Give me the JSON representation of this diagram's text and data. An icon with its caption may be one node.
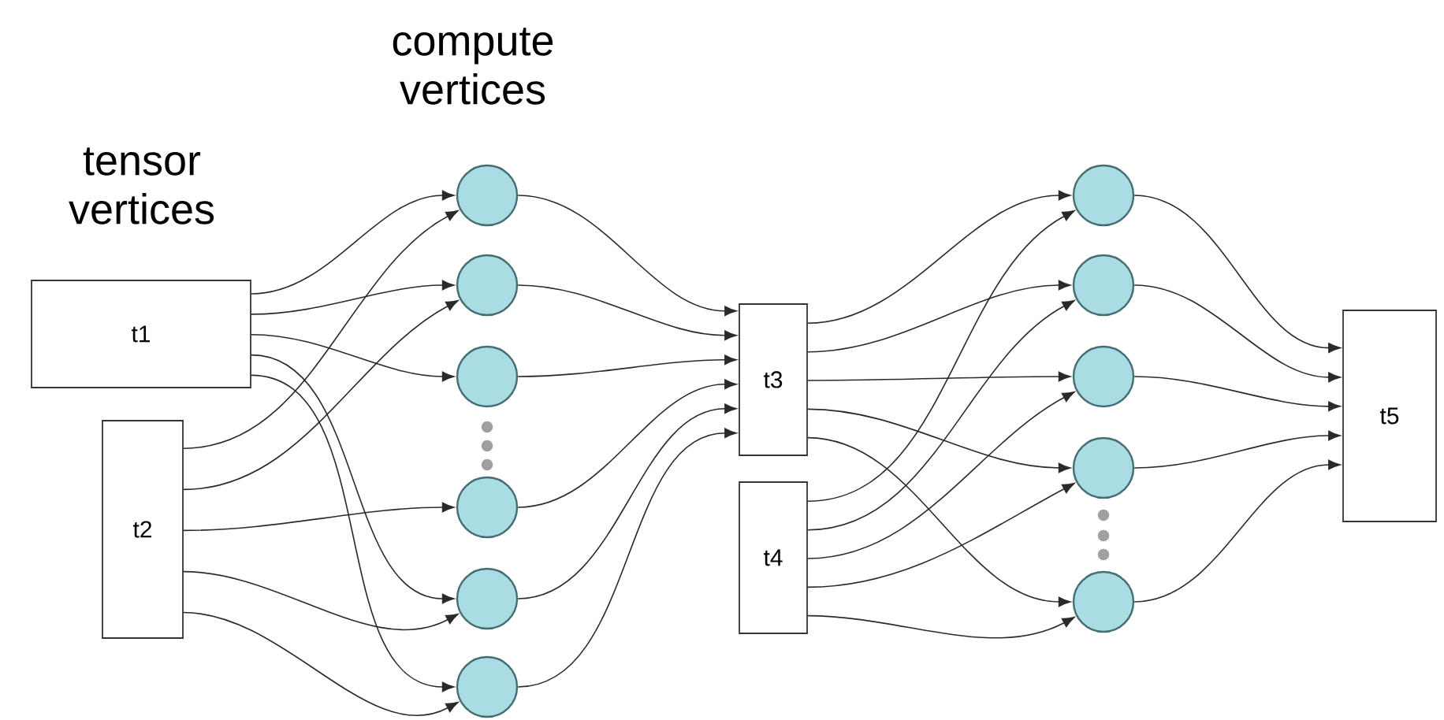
{
  "diagram": {
    "nodes": [
      {
        "text": [
          "t1"
        ]
      },
      {
        "text": [
          "t2"
        ]
      },
      {
        "text": [],
        "shape": "circle"
      },
      {
        "text": [],
        "shape": "circle"
      },
      {
        "text": [],
        "shape": "circle"
      },
      {
        "text": [],
        "shape": "circle"
      },
      {
        "text": [],
        "shape": "circle"
      },
      {
        "text": [],
        "shape": "circle"
      },
      {
        "text": [
          "t3"
        ]
      },
      {
        "text": [
          "t4"
        ]
      },
      {
        "text": [],
        "shape": "circle"
      },
      {
        "text": [],
        "shape": "circle"
      },
      {
        "text": [],
        "shape": "circle"
      },
      {
        "text": [],
        "shape": "circle"
      },
      {
        "text": [],
        "shape": "circle"
      },
      {
        "text": [
          "t5"
        ]
      }
    ],
    "edges": [
      {
        "from": 0,
        "to": 2,
        "arrow": "to"
      },
      {
        "from": 0,
        "to": 3,
        "arrow": "to"
      },
      {
        "from": 0,
        "to": 4,
        "arrow": "to"
      },
      {
        "from": 0,
        "to": 6,
        "arrow": "to"
      },
      {
        "from": 0,
        "to": 7,
        "arrow": "to"
      },
      {
        "from": 1,
        "to": 2,
        "arrow": "to"
      },
      {
        "from": 1,
        "to": 3,
        "arrow": "to"
      },
      {
        "from": 1,
        "to": 5,
        "arrow": "to"
      },
      {
        "from": 1,
        "to": 6,
        "arrow": "to"
      },
      {
        "from": 1,
        "to": 7,
        "arrow": "to"
      },
      {
        "from": 2,
        "to": 8,
        "arrow": "to"
      },
      {
        "from": 3,
        "to": 8,
        "arrow": "to"
      },
      {
        "from": 4,
        "to": 8,
        "arrow": "to"
      },
      {
        "from": 5,
        "to": 8,
        "arrow": "to"
      },
      {
        "from": 6,
        "to": 8,
        "arrow": "to"
      },
      {
        "from": 7,
        "to": 8,
        "arrow": "to"
      },
      {
        "from": 8,
        "to": 10,
        "arrow": "to"
      },
      {
        "from": 8,
        "to": 11,
        "arrow": "to"
      },
      {
        "from": 8,
        "to": 12,
        "arrow": "to"
      },
      {
        "from": 8,
        "to": 13,
        "arrow": "to"
      },
      {
        "from": 8,
        "to": 14,
        "arrow": "to"
      },
      {
        "from": 9,
        "to": 10,
        "arrow": "to"
      },
      {
        "from": 9,
        "to": 11,
        "arrow": "to"
      },
      {
        "from": 9,
        "to": 12,
        "arrow": "to"
      },
      {
        "from": 9,
        "to": 13,
        "arrow": "to"
      },
      {
        "from": 9,
        "to": 14,
        "arrow": "to"
      },
      {
        "from": 10,
        "to": 15,
        "arrow": "to"
      },
      {
        "from": 11,
        "to": 15,
        "arrow": "to"
      },
      {
        "from": 12,
        "to": 15,
        "arrow": "to"
      },
      {
        "from": 13,
        "to": 15,
        "arrow": "to"
      },
      {
        "from": 14,
        "to": 15,
        "arrow": "to"
      }
    ],
    "labels": [
      "compute vertices",
      "tensor vertices"
    ]
  }
}
